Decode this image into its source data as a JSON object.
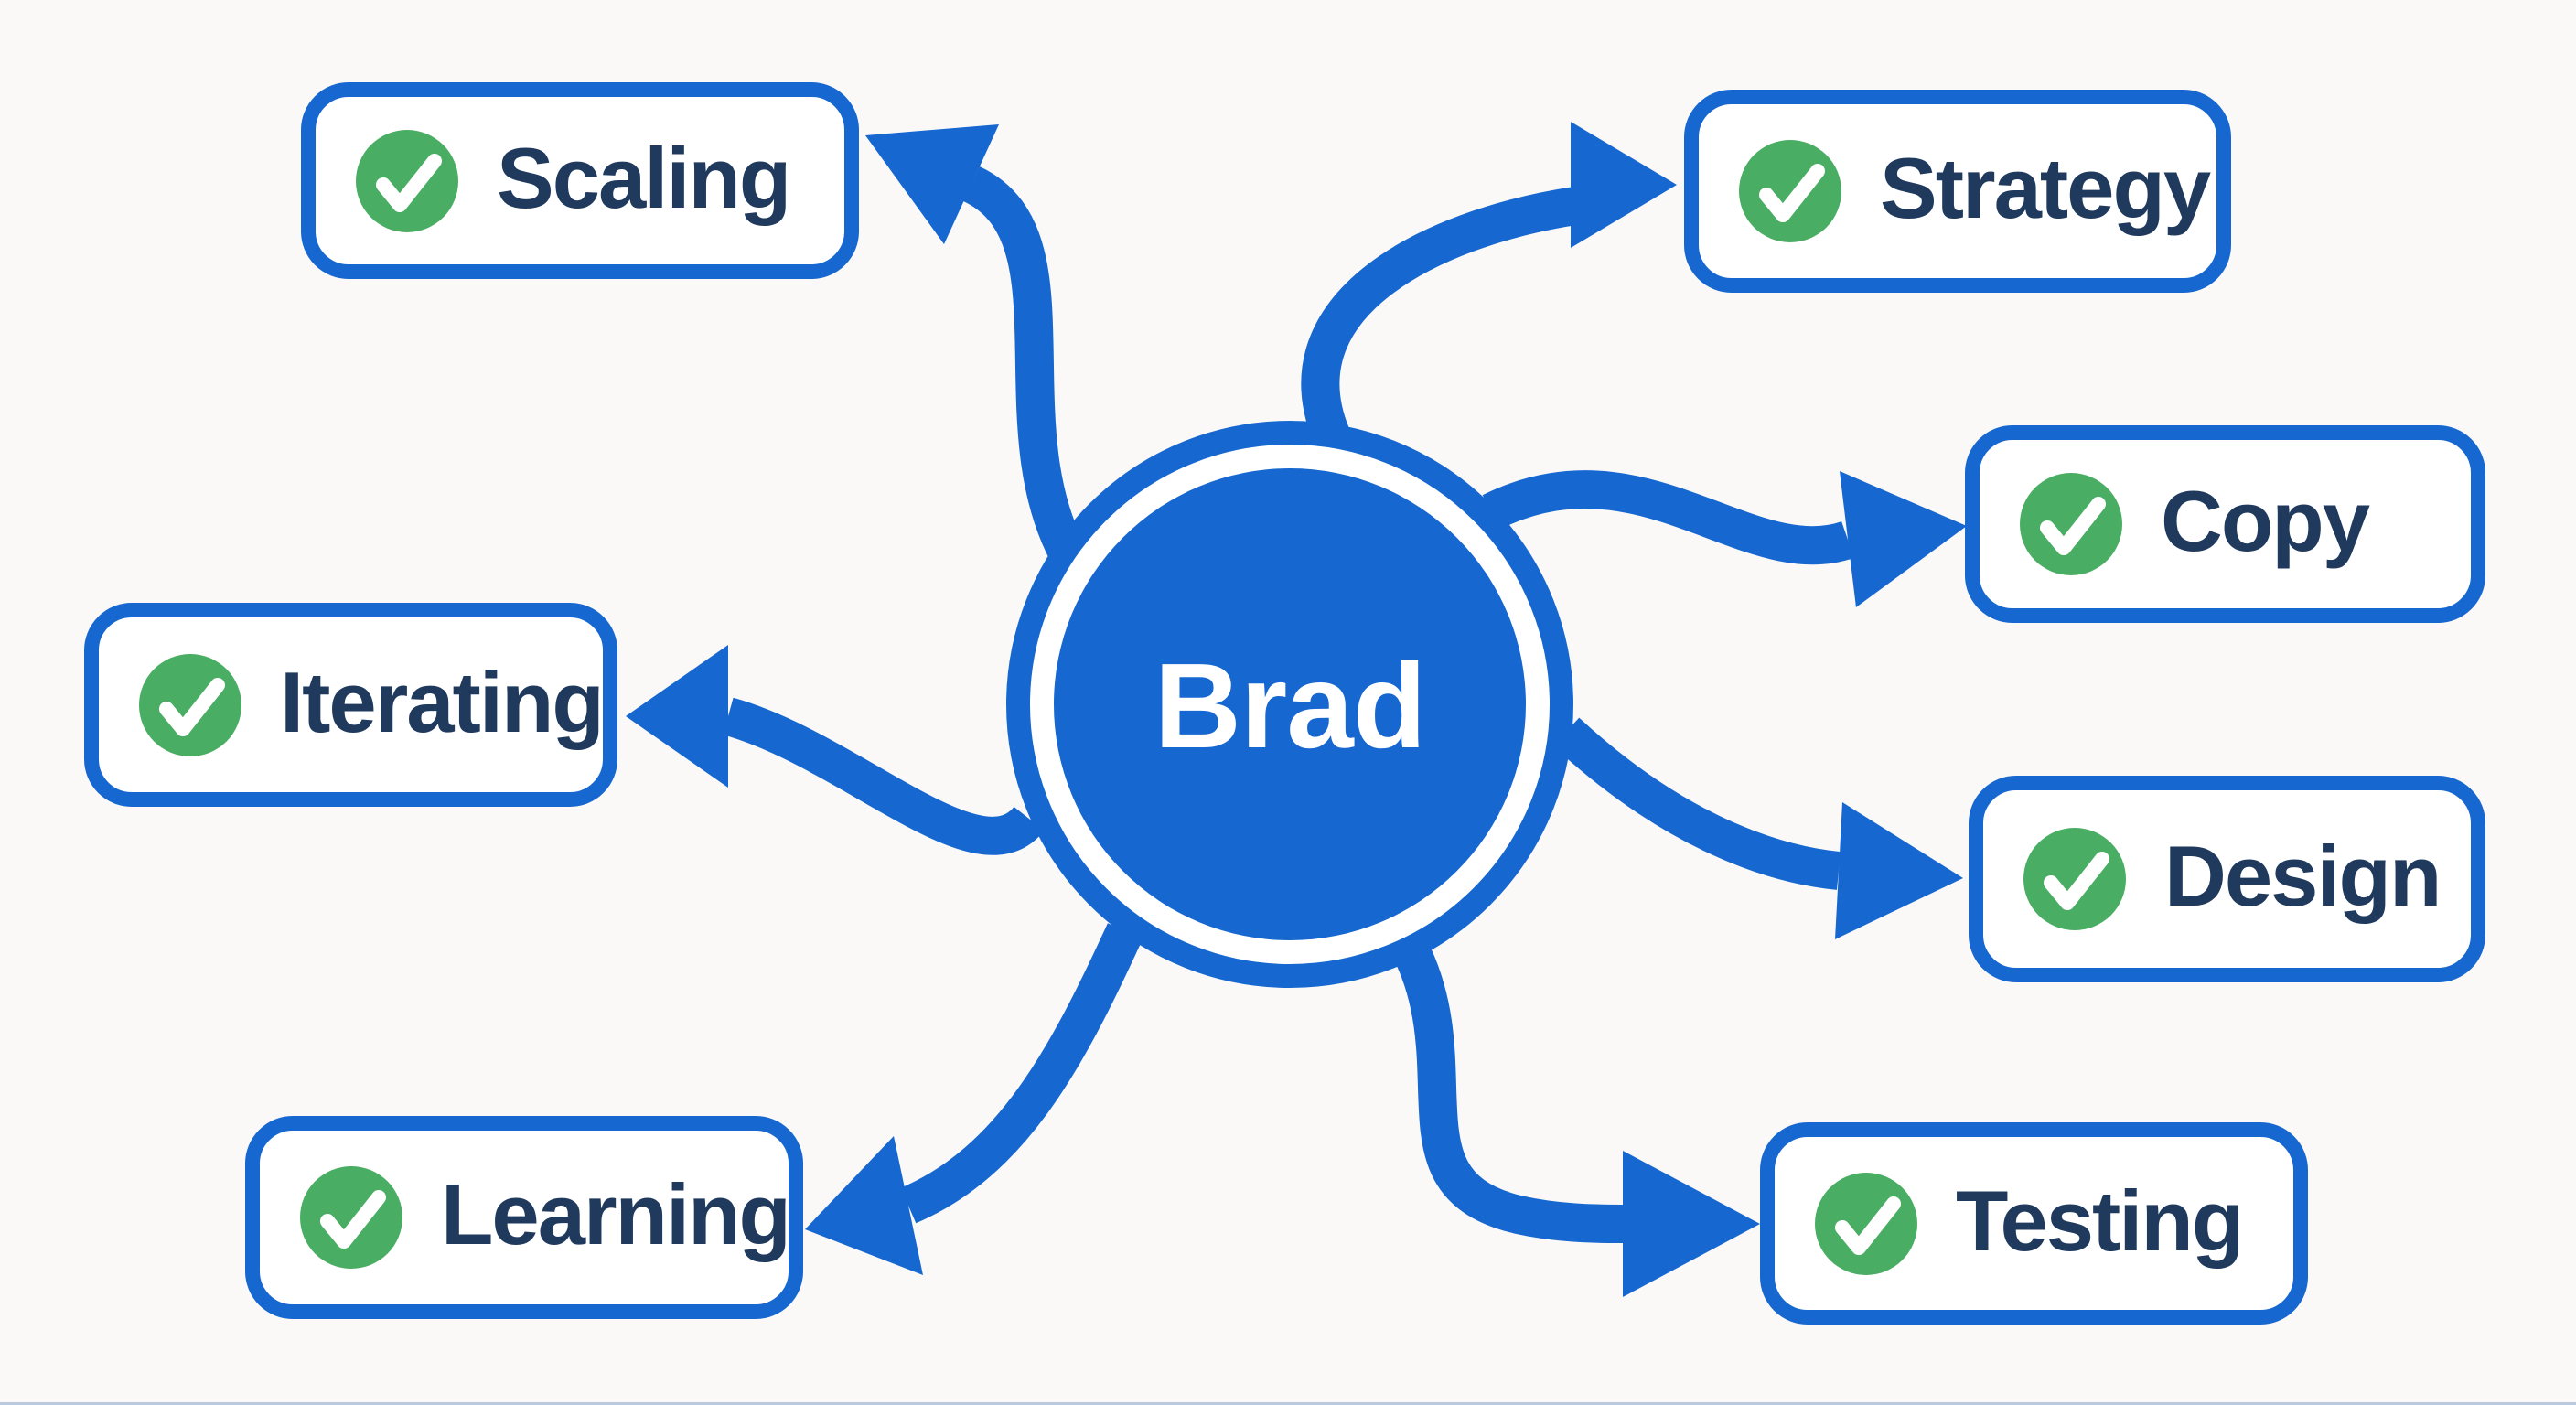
{
  "diagram": {
    "center": {
      "label": "Brad"
    },
    "nodes": [
      {
        "id": "scaling",
        "label": "Scaling",
        "icon": "check-icon",
        "side": "left"
      },
      {
        "id": "strategy",
        "label": "Strategy",
        "icon": "check-icon",
        "side": "right"
      },
      {
        "id": "iterating",
        "label": "Iterating",
        "icon": "check-icon",
        "side": "left"
      },
      {
        "id": "copy",
        "label": "Copy",
        "icon": "check-icon",
        "side": "right"
      },
      {
        "id": "design",
        "label": "Design",
        "icon": "check-icon",
        "side": "right"
      },
      {
        "id": "learning",
        "label": "Learning",
        "icon": "check-icon",
        "side": "left"
      },
      {
        "id": "testing",
        "label": "Testing",
        "icon": "check-icon",
        "side": "right"
      }
    ],
    "colors": {
      "blue": "#1667d0",
      "green": "#49ad63",
      "text": "#203a5e",
      "box_fill": "#ffffff",
      "background": "#faf9f7"
    }
  }
}
